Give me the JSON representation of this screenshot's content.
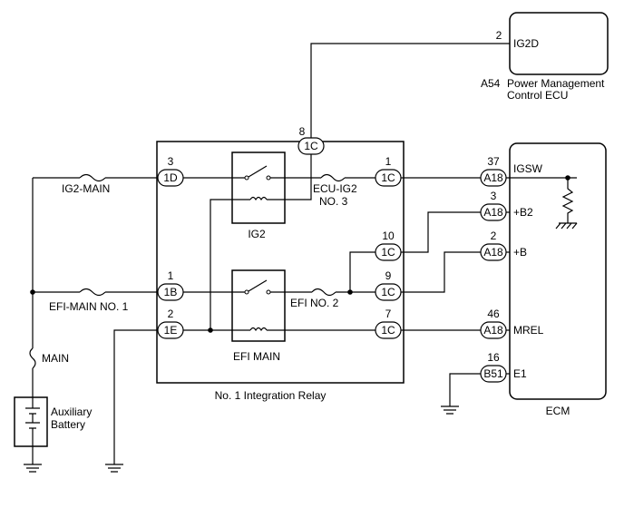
{
  "components": {
    "ecm": {
      "label": "ECM"
    },
    "power_ecu": {
      "code": "A54",
      "label_line1": "Power Management",
      "label_line2": "Control ECU",
      "pin_label": "IG2D",
      "pin_number": "2"
    },
    "integration_relay": {
      "label": "No. 1 Integration Relay"
    },
    "ig2_relay": {
      "label": "IG2"
    },
    "efi_main_relay": {
      "label": "EFI MAIN"
    },
    "auxiliary_battery": {
      "label_line1": "Auxiliary",
      "label_line2": "Battery"
    }
  },
  "fuses": {
    "ig2_main": "IG2-MAIN",
    "efi_main_no1": "EFI-MAIN NO. 1",
    "efi_no2": "EFI NO. 2",
    "ecu_ig2_line1": "ECU-IG2",
    "ecu_ig2_line2": "NO. 3",
    "main": "MAIN"
  },
  "relay_connectors": {
    "c8": {
      "pin": "8",
      "conn": "1C"
    },
    "c3": {
      "pin": "3",
      "conn": "1D"
    },
    "c1_top": {
      "pin": "1",
      "conn": "1C"
    },
    "c10": {
      "pin": "10",
      "conn": "1C"
    },
    "c1b": {
      "pin": "1",
      "conn": "1B"
    },
    "c9": {
      "pin": "9",
      "conn": "1C"
    },
    "c2e": {
      "pin": "2",
      "conn": "1E"
    },
    "c7": {
      "pin": "7",
      "conn": "1C"
    }
  },
  "ecm_connectors": {
    "igsw": {
      "pin": "37",
      "conn": "A18",
      "signal": "IGSW"
    },
    "b2": {
      "pin": "3",
      "conn": "A18",
      "signal": "+B2"
    },
    "b": {
      "pin": "2",
      "conn": "A18",
      "signal": "+B"
    },
    "mrel": {
      "pin": "46",
      "conn": "A18",
      "signal": "MREL"
    },
    "e1": {
      "pin": "16",
      "conn": "B51",
      "signal": "E1"
    }
  },
  "colors": {
    "line": "#000000",
    "background": "#ffffff"
  }
}
